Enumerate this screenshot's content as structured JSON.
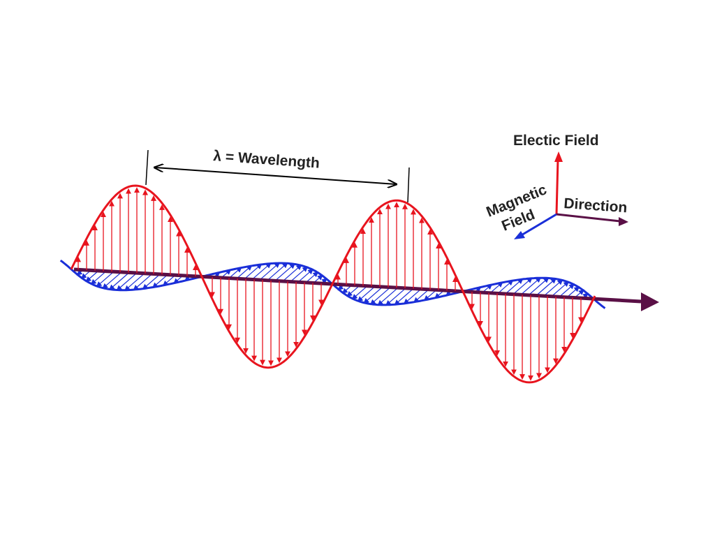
{
  "labels": {
    "wavelength": "λ = Wavelength",
    "electric_field": "Electic Field",
    "magnetic_line1": "Magnetic",
    "magnetic_line2": "Field",
    "direction": "Direction"
  },
  "colors": {
    "electric": "#e8141e",
    "magnetic": "#1a2fd8",
    "propagation": "#5a1046",
    "dimension": "#000000",
    "background": "#ffffff"
  },
  "icons": {
    "propagation_arrowhead": "triangle-arrowhead",
    "field_vectors": "small-arrowheads"
  }
}
